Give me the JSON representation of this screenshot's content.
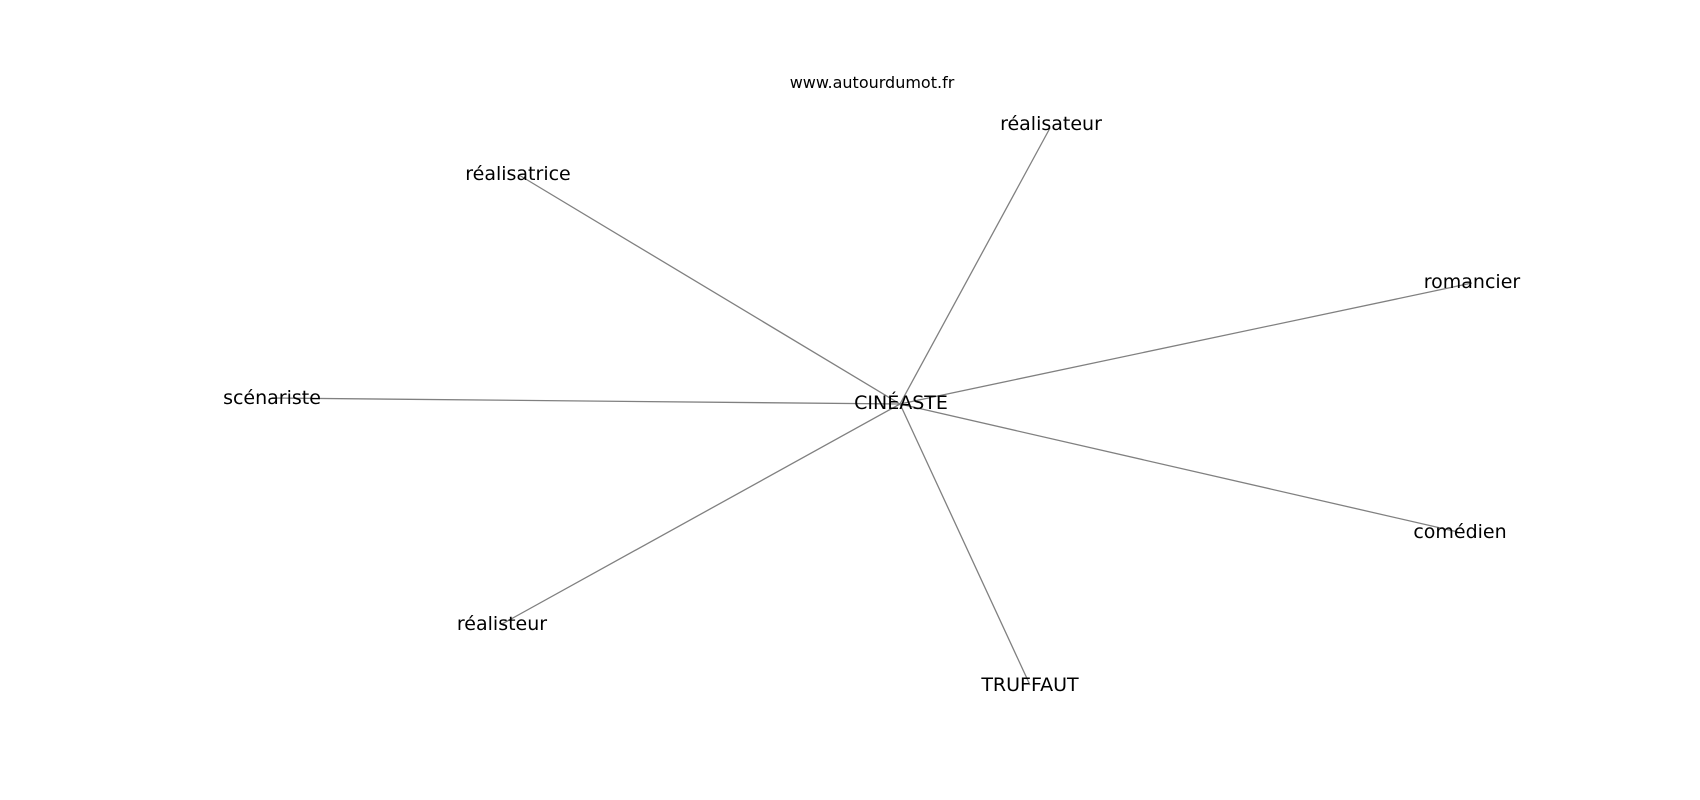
{
  "watermark": "www.autourdumot.fr",
  "center": {
    "label": "CINÉASTE"
  },
  "neighbors": [
    {
      "id": "realisateur",
      "label": "réalisateur"
    },
    {
      "id": "realisatrice",
      "label": "réalisatrice"
    },
    {
      "id": "romancier",
      "label": "romancier"
    },
    {
      "id": "scenariste",
      "label": "scénariste"
    },
    {
      "id": "comedien",
      "label": "comédien"
    },
    {
      "id": "realisteur",
      "label": "réalisteur"
    },
    {
      "id": "truffaut",
      "label": "TRUFFAUT"
    }
  ],
  "colors": {
    "edge": "#808080",
    "text": "#000000",
    "background": "#ffffff"
  }
}
